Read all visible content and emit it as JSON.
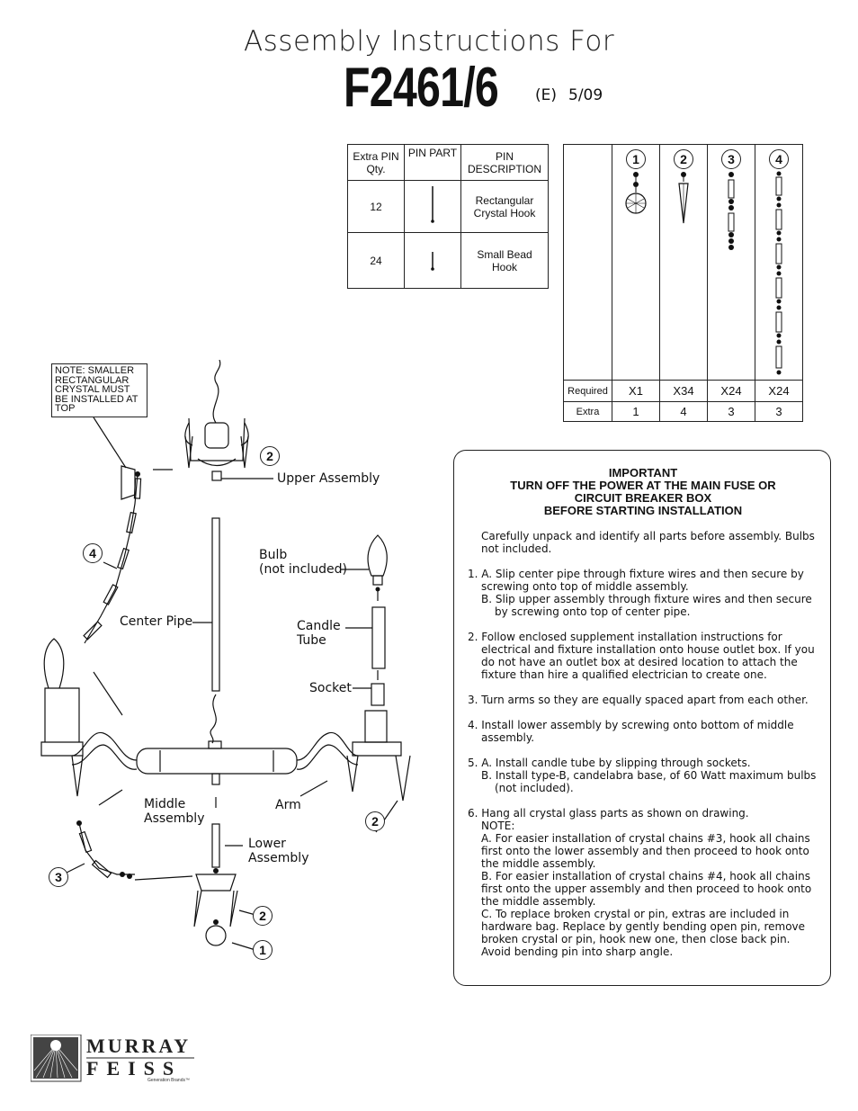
{
  "header": {
    "title": "Assembly Instructions For",
    "model": "F2461/6",
    "revision": "(E)",
    "date": "5/09"
  },
  "pin_table": {
    "headers": [
      "Extra  PIN Qty.",
      "PIN PART",
      "PIN DESCRIPTION"
    ],
    "rows": [
      {
        "qty": "12",
        "description": "Rectangular Crystal  Hook"
      },
      {
        "qty": "24",
        "description": "Small  Bead Hook"
      }
    ]
  },
  "parts_table": {
    "numbers": [
      "1",
      "2",
      "3",
      "4"
    ],
    "required_label": "Required",
    "required": [
      "X1",
      "X34",
      "X24",
      "X24"
    ],
    "extra_label": "Extra",
    "extra": [
      "1",
      "4",
      "3",
      "3"
    ]
  },
  "note": "NOTE: SMALLER RECTANGULAR CRYSTAL MUST BE INSTALLED AT TOP",
  "labels": {
    "upper_assembly": "Upper Assembly",
    "bulb": "Bulb",
    "bulb_sub": "(not included)",
    "center_pipe": "Center Pipe",
    "candle": "Candle",
    "tube": "Tube",
    "socket": "Socket",
    "middle": "Middle",
    "assembly": "Assembly",
    "arm": "Arm",
    "lower": "Lower",
    "lower_assembly": "Assembly"
  },
  "callouts": [
    "2",
    "4",
    "2",
    "3",
    "2",
    "1"
  ],
  "instructions": {
    "heading": [
      "IMPORTANT",
      "TURN OFF THE POWER AT THE MAIN FUSE OR",
      "CIRCUIT BREAKER BOX",
      "BEFORE STARTING INSTALLATION"
    ],
    "intro": "Carefully unpack and identify all parts before assembly.  Bulbs not included.",
    "s1a": "1.  A.  Slip center pipe through fixture wires and then secure by screwing onto top of middle assembly.",
    "s1b": "B.  Slip upper assembly through fixture wires and then secure by screwing onto top of center pipe.",
    "s2": "2.  Follow enclosed supplement installation instructions for electrical and fixture installation onto house outlet box. If you do not have an outlet box at desired location to attach the fixture than hire a qualified electrician to create one.",
    "s3": "3.  Turn arms so they are equally spaced apart from each other.",
    "s4": "4.  Install lower assembly by screwing onto bottom of middle assembly.",
    "s5a": "5.  A.  Install candle tube by slipping through sockets.",
    "s5b": "B.  Install type-B, candelabra base, of 60 Watt maximum bulbs (not included).",
    "s6": "6.  Hang all crystal glass parts as shown on drawing.",
    "s6note": "NOTE:",
    "s6a": "A.  For easier installation of crystal chains #3, hook all chains first onto the lower assembly and then proceed to hook onto the middle assembly.",
    "s6b": "B.  For easier installation of crystal chains #4, hook all chains first onto the upper assembly and then proceed to hook onto the middle assembly.",
    "s6c": "C.  To replace broken crystal or pin, extras are included in hardware bag. Replace by gently bending open pin, remove broken crystal or pin, hook new one, then close back pin.  Avoid bending pin into sharp angle."
  },
  "logo": {
    "line1": "MURRAY",
    "line2": "FEISS",
    "tag": "Generation Brands™"
  }
}
